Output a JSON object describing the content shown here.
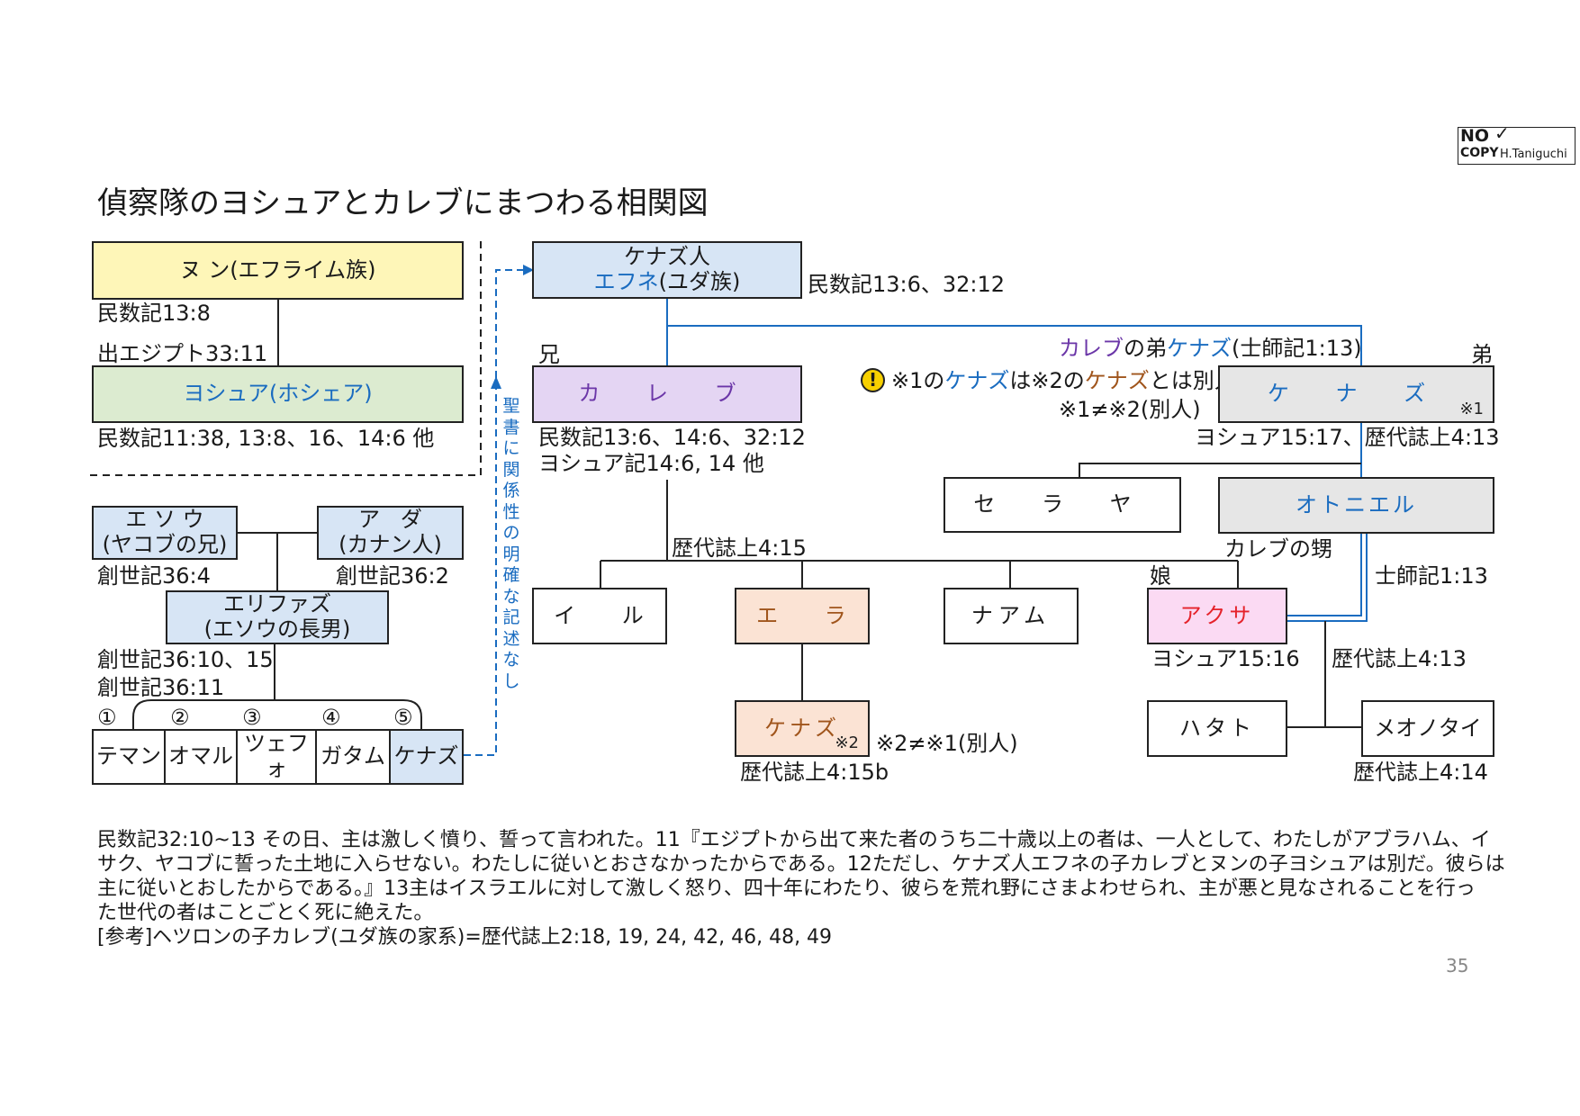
{
  "logo": {
    "line1": "NO",
    "line2": "COPY",
    "author": "H.Taniguchi"
  },
  "title": "偵察隊のヨシュアとカレブにまつわる相関図",
  "nodes": {
    "nun": "ヌ ン(エフライム族)",
    "joshua": "ヨシュア(ホシェア)",
    "kenaz_person_line1": "ケナズ人",
    "jephunneh": "エフネ",
    "jephunneh_tribe": "(ユダ族)",
    "caleb": "カ レ ブ",
    "kenaz1": "ケ ナ ズ",
    "kenaz1_mark": "※1",
    "seraiah": "セ ラ ヤ",
    "othniel": "オトニエル",
    "esau_line1": "エ ソ ウ",
    "esau_line2": "(ヤコブの兄)",
    "adah_line1": "ア   ダ",
    "adah_line2": "(カナン人)",
    "eliphaz_line1": "エリファズ",
    "eliphaz_line2": "(エソウの長男)",
    "iru": "イ ル",
    "elah": "エ ラ",
    "naam": "ナアム",
    "achsah": "アクサ",
    "kenaz2": "ケナズ",
    "kenaz2_mark": "※2",
    "hathath": "ハタト",
    "meonothai": "メオノタイ",
    "sons": [
      "テマン",
      "オマル",
      "ツェフォ",
      "ガタム",
      "ケナズ"
    ],
    "son_numbers": [
      "①",
      "②",
      "③",
      "④",
      "⑤"
    ]
  },
  "labels": {
    "num13_8": "民数記13:8",
    "ex33_11": "出エジプト33:11",
    "num11_38": "民数記11:38, 13:8、16、14:6 他",
    "num13_6": "民数記13:6、32:12",
    "elder": "兄",
    "younger": "弟",
    "caleb_brother_a": "カレブ",
    "caleb_brother_b": "の弟",
    "caleb_brother_c": "ケナズ",
    "caleb_brother_d": "(士師記1:13)",
    "warn_a": "※1の",
    "warn_b": "ケナズ",
    "warn_c": "は※2の",
    "warn_d": "ケナズ",
    "warn_e": "とは別人",
    "warn_line2": "※1≠※2(別人)",
    "caleb_refs1": "民数記13:6、14:6、32:12",
    "caleb_refs2": "ヨシュア記14:6, 14 他",
    "kenaz_refs": "ヨシュア15:17、歴代誌上4:13",
    "chr4_15": "歴代誌上4:15",
    "nephew": "カレブの甥",
    "judges1_13": "士師記1:13",
    "daughter": "娘",
    "gen36_4": "創世記36:4",
    "gen36_2": "創世記36:2",
    "gen36_10": "創世記36:10、15",
    "gen36_11": "創世記36:11",
    "vertical_note": "聖書に関係性の明確な記述なし",
    "josh15_16": "ヨシュア15:16",
    "chr4_13": "歴代誌上4:13",
    "kenaz2_note": "※2≠※1(別人)",
    "chr4_15b": "歴代誌上4:15b",
    "chr4_14": "歴代誌上4:14"
  },
  "bottom_text": [
    "民数記32:10~13  その日、主は激しく憤り、誓って言われた。11『エジプトから出て来た者のうち二十歳以上の者は、一人として、わたしがアブラハム、イ",
    "サク、ヤコブに誓った土地に入らせない。わたしに従いとおさなかったからである。12ただし、ケナズ人エフネの子カレブとヌンの子ヨシュアは別だ。彼らは",
    "主に従いとおしたからである。』13主はイスラエルに対して激しく怒り、四十年にわたり、彼らを荒れ野にさまよわせられ、主が悪と見なされることを行っ",
    "た世代の者はことごとく死に絶えた。",
    "[参考]ヘツロンの子カレブ(ユダ族の家系)=歴代誌上2:18, 19, 24, 42, 46, 48, 49"
  ],
  "page_number": "35"
}
